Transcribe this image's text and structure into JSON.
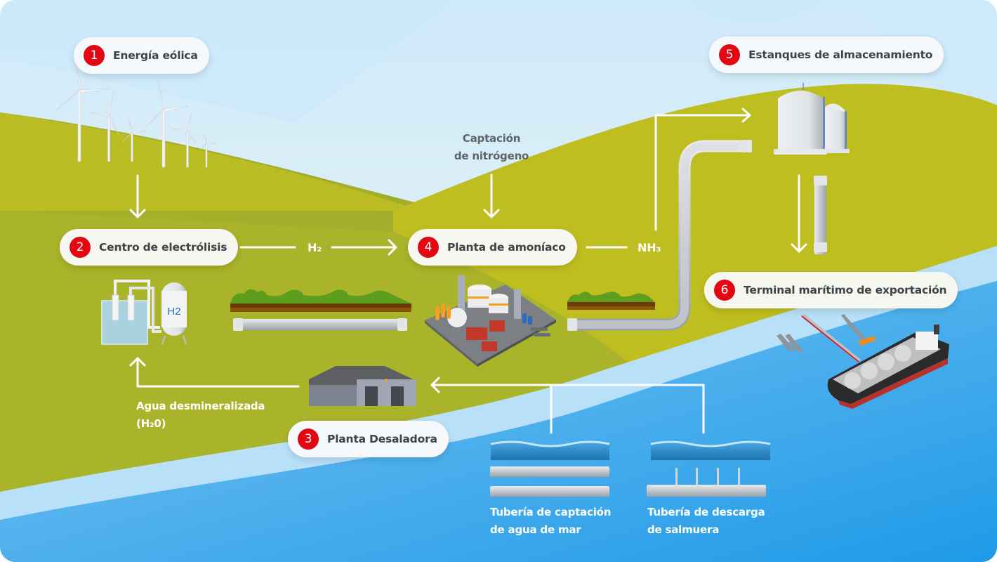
{
  "diagram": {
    "title": "Proceso de amoníaco verde",
    "steps": [
      {
        "number": "1",
        "label": "Energía eólica"
      },
      {
        "number": "2",
        "label": "Centro de electrólisis"
      },
      {
        "number": "3",
        "label": "Planta Desaladora"
      },
      {
        "number": "4",
        "label": "Planta de amoníaco"
      },
      {
        "number": "5",
        "label": "Estanques de almacenamiento"
      },
      {
        "number": "6",
        "label": "Terminal marítimo de exportación"
      }
    ],
    "flows": {
      "h2": "H₂",
      "nh3": "NH₃",
      "nitrogen_line1": "Captación",
      "nitrogen_line2": "de nitrógeno",
      "water_line1": "Agua desmineralizada",
      "water_line2": "(H₂0)",
      "intake_line1": "Tubería de captación",
      "intake_line2": "de agua de mar",
      "discharge_line1": "Tubería de descarga",
      "discharge_line2": "de salmuera"
    },
    "icons": {
      "wind": "wind-turbines",
      "electrolysis": "electrolyzer-h2-tank",
      "ammonia": "ammonia-plant",
      "storage": "storage-tanks",
      "terminal": "ship-terminal",
      "desal": "desalination-building",
      "tank_label": "H2"
    },
    "colors": {
      "accent": "#e30613",
      "grass": "#b5ba25",
      "sea": "#4fb0ea",
      "sky": "#d6eefb",
      "label_text": "#3b4549"
    }
  }
}
